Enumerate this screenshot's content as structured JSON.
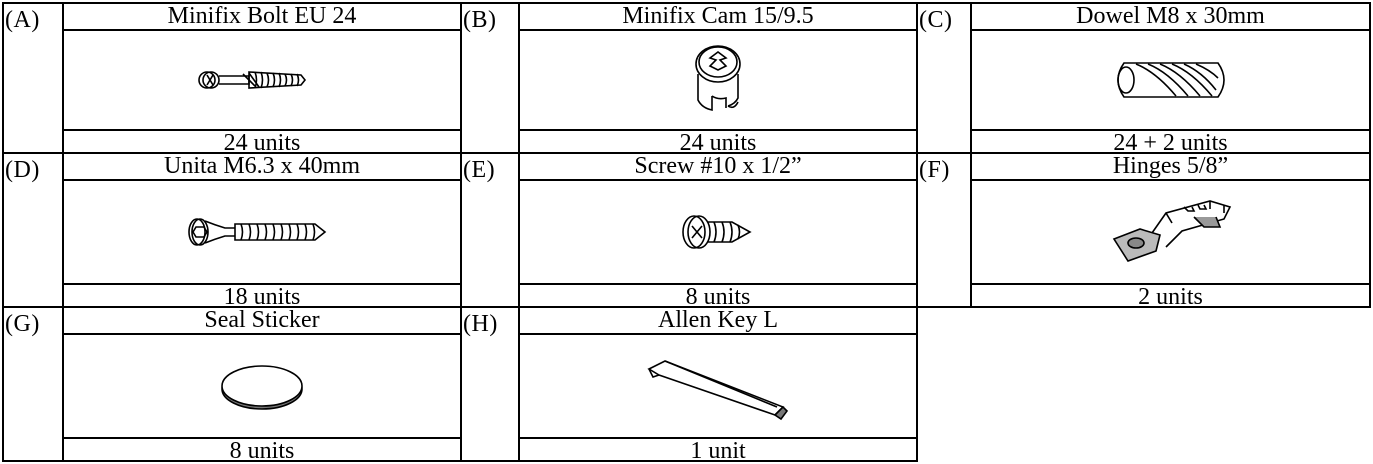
{
  "items": [
    {
      "letter": "(A)",
      "name": "Minifix Bolt EU 24",
      "quantity": "24 units",
      "icon": "minifix-bolt-icon"
    },
    {
      "letter": "(B)",
      "name": "Minifix Cam 15/9.5",
      "quantity": "24 units",
      "icon": "minifix-cam-icon"
    },
    {
      "letter": "(C)",
      "name": "Dowel M8 x 30mm",
      "quantity": "24 + 2 units",
      "icon": "dowel-icon"
    },
    {
      "letter": "(D)",
      "name": "Unita M6.3 x 40mm",
      "quantity": "18 units",
      "icon": "unita-screw-icon"
    },
    {
      "letter": "(E)",
      "name": "Screw #10 x 1/2”",
      "quantity": "8 units",
      "icon": "pan-head-screw-icon"
    },
    {
      "letter": "(F)",
      "name": "Hinges 5/8”",
      "quantity": "2 units",
      "icon": "hinge-icon"
    },
    {
      "letter": "(G)",
      "name": "Seal Sticker",
      "quantity": "8 units",
      "icon": "seal-sticker-icon"
    },
    {
      "letter": "(H)",
      "name": "Allen Key L",
      "quantity": "1 unit",
      "icon": "allen-key-icon"
    }
  ]
}
